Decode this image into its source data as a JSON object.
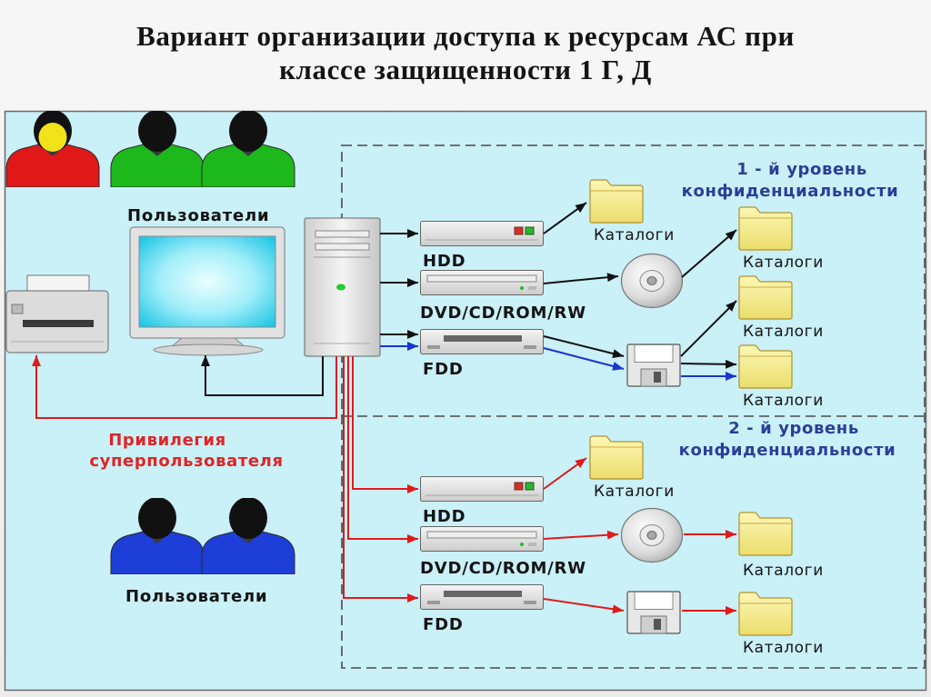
{
  "title": {
    "line1": "Вариант организации доступа к ресурсам АС при",
    "line2": "классе защищенности 1 Г, Д"
  },
  "users": {
    "top_label": "Пользователи",
    "bottom_label": "Пользователи"
  },
  "privilege": {
    "line1": "Привилегия",
    "line2": "суперпользователя"
  },
  "level1": {
    "label_line1": "1 - й уровень",
    "label_line2": "конфиденциальности",
    "devices": {
      "hdd": "HDD",
      "dvd": "DVD/CD/ROM/RW",
      "fdd": "FDD"
    },
    "catalogs": [
      "Каталоги",
      "Каталоги",
      "Каталоги",
      "Каталоги"
    ]
  },
  "level2": {
    "label_line1": "2 - й уровень",
    "label_line2": "конфиденциальности",
    "devices": {
      "hdd": "HDD",
      "dvd": "DVD/CD/ROM/RW",
      "fdd": "FDD"
    },
    "catalogs": [
      "Каталоги",
      "Каталоги",
      "Каталоги"
    ]
  },
  "colors": {
    "slide_bg": "#f4f4f4",
    "diagram_bg": "#caf0f8",
    "user_red": "#e01818",
    "user_green": "#1cb81c",
    "user_blue": "#1d3fd8",
    "user_face": "#f2e21a",
    "level_text": "#2a3f98",
    "privilege_text": "#e02424",
    "arrow_black": "#111111",
    "arrow_blue": "#1a35d0",
    "arrow_red": "#e01a1a"
  }
}
